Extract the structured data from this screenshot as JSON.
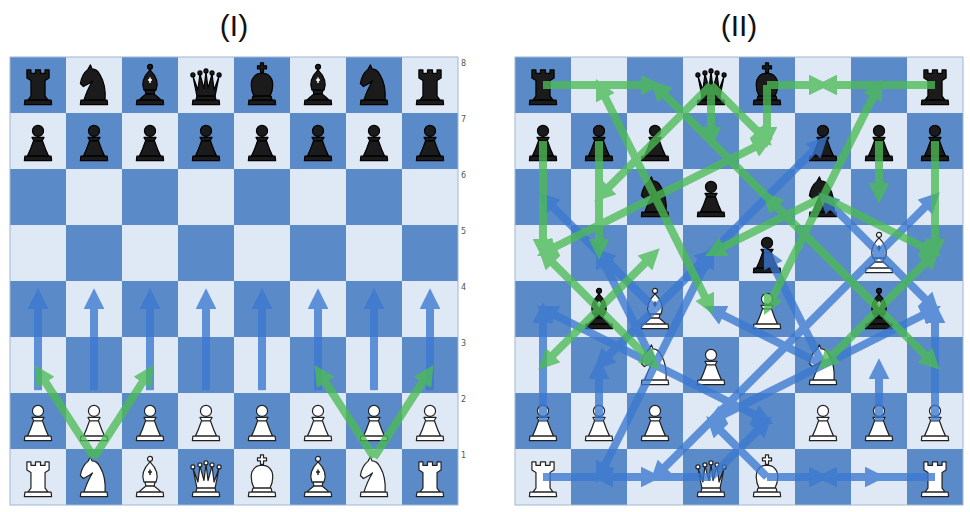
{
  "diagram": {
    "nodes": [
      {
        "text": [
          "(I)"
        ]
      },
      {
        "text": [
          "(II)"
        ]
      }
    ],
    "labels": [
      "8",
      "7",
      "6",
      "5",
      "4",
      "3",
      "2",
      "1"
    ]
  }
}
